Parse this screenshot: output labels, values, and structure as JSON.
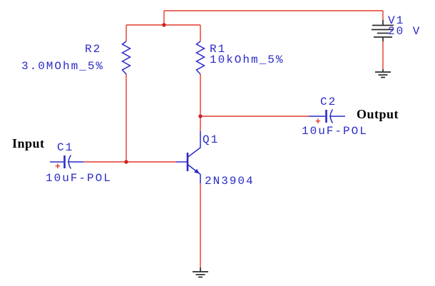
{
  "colors": {
    "background": "#ffffff",
    "wire": "#e03a2e",
    "component": "#2a2ac8",
    "label": "#2a2ac8",
    "junction": "#cc2222",
    "annotation": "#000000",
    "symbol": "#2b2b2b",
    "polarity": "#e03a2e"
  },
  "components": {
    "v1": {
      "ref": "V1",
      "value": "20 V"
    },
    "r1": {
      "ref": "R1",
      "value": "10kOhm_5%"
    },
    "r2": {
      "ref": "R2",
      "value": "3.0MOhm_5%"
    },
    "c1": {
      "ref": "C1",
      "value": "10uF-POL",
      "polarity": "+"
    },
    "c2": {
      "ref": "C2",
      "value": "10uF-POL",
      "polarity": "+"
    },
    "q1": {
      "ref": "Q1",
      "value": "2N3904"
    }
  },
  "annotations": {
    "input_label": "Input",
    "output_label": "Output"
  }
}
